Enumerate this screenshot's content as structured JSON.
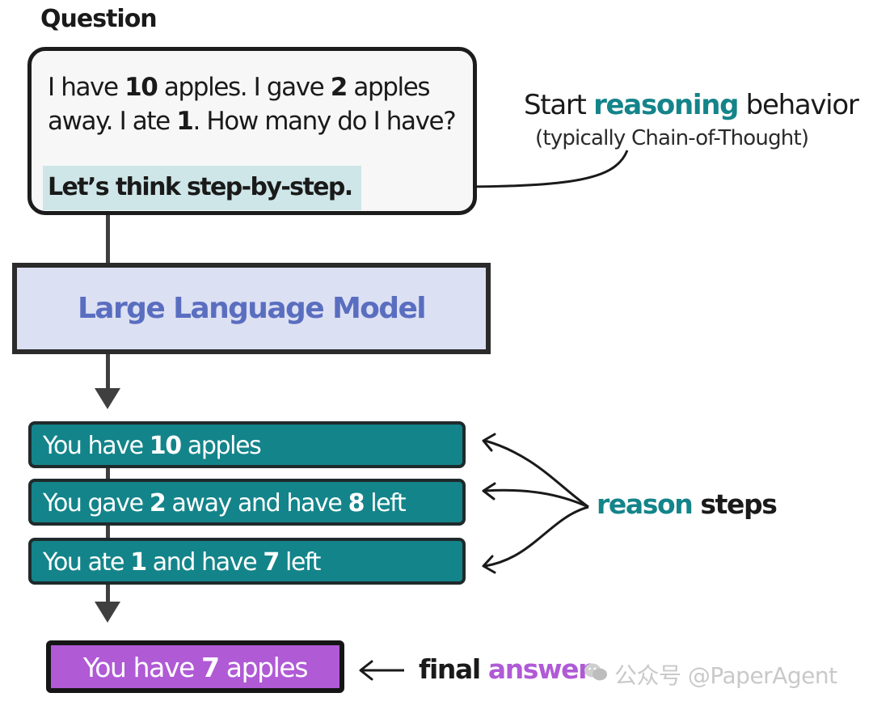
{
  "question": {
    "title": "Question",
    "line1_parts": [
      "I have ",
      "10",
      " apples. I gave ",
      "2",
      " apples"
    ],
    "line2_parts": [
      "away. I ate ",
      "1",
      ". How many do I have?"
    ],
    "cot_prompt": "Let’s think step-by-step."
  },
  "model": {
    "label": "Large Language Model"
  },
  "annotation_start": {
    "before": "Start ",
    "highlight": "reasoning",
    "after": " behavior",
    "subtitle": "(typically Chain-of-Thought)"
  },
  "steps": [
    {
      "parts": [
        "You have ",
        "10",
        " apples"
      ]
    },
    {
      "parts": [
        "You gave ",
        "2",
        " away and have ",
        "8",
        " left"
      ]
    },
    {
      "parts": [
        "You ate ",
        "1",
        " and have ",
        "7",
        " left"
      ]
    }
  ],
  "annotation_steps": {
    "highlight": "reason",
    "after": " steps"
  },
  "final": {
    "parts": [
      "You have ",
      "7",
      " apples"
    ],
    "label_before": "final ",
    "label_highlight": "answer"
  },
  "watermark": {
    "text": "公众号 @PaperAgent"
  },
  "colors": {
    "teal": "#13848a",
    "purple": "#b05ad6",
    "model_fill": "#dce0f3",
    "model_text": "#5a6ec0",
    "prompt_highlight": "#cfe6e8"
  }
}
